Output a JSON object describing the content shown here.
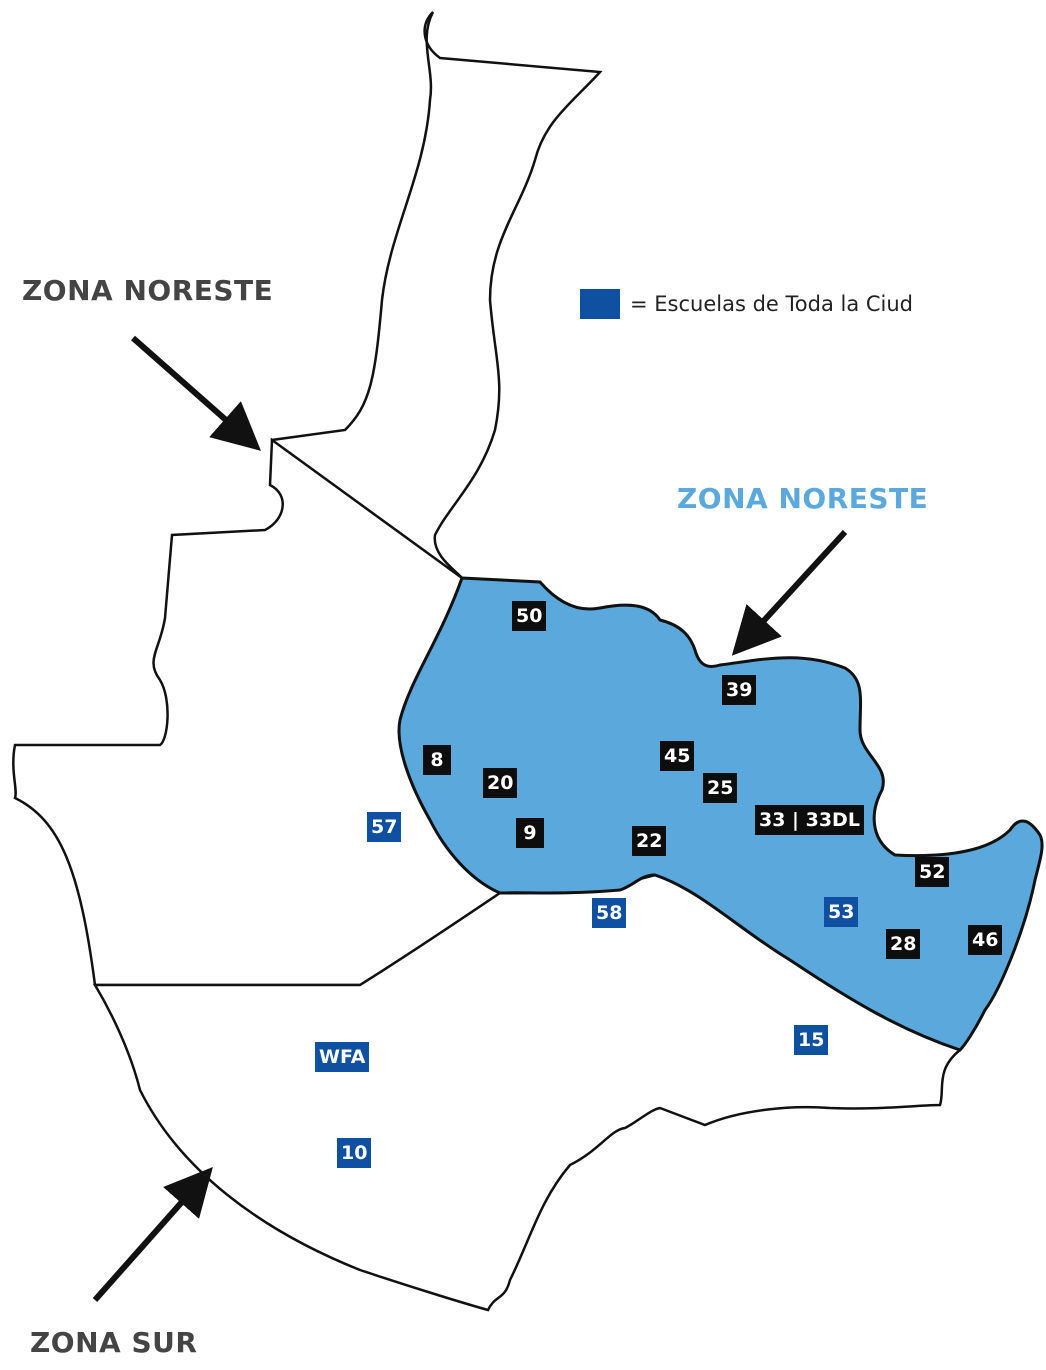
{
  "labels": {
    "zone_top_left": "ZONA NORESTE",
    "zone_right": "ZONA NORESTE",
    "zone_bottom": "ZONA SUR"
  },
  "legend": {
    "text": "= Escuelas de Toda la Ciud",
    "swatch_color": "#1050a0"
  },
  "colors": {
    "zone_fill": "#5aa8dc",
    "citywide": "#1050a0",
    "school_marker": "#0d0d0d",
    "outline": "#111111",
    "zone_right_label": "#5aa8dc",
    "zone_other_label": "#444444"
  },
  "schools": {
    "s50": "50",
    "s39": "39",
    "s8": "8",
    "s20": "20",
    "s45": "45",
    "s25": "25",
    "s9": "9",
    "s22": "22",
    "s33": "33 | 33DL",
    "s52": "52",
    "s28": "28",
    "s46": "46"
  },
  "citywide_schools": {
    "c57": "57",
    "c58": "58",
    "c53": "53",
    "cWFA": "WFA",
    "c15": "15",
    "c10": "10"
  }
}
